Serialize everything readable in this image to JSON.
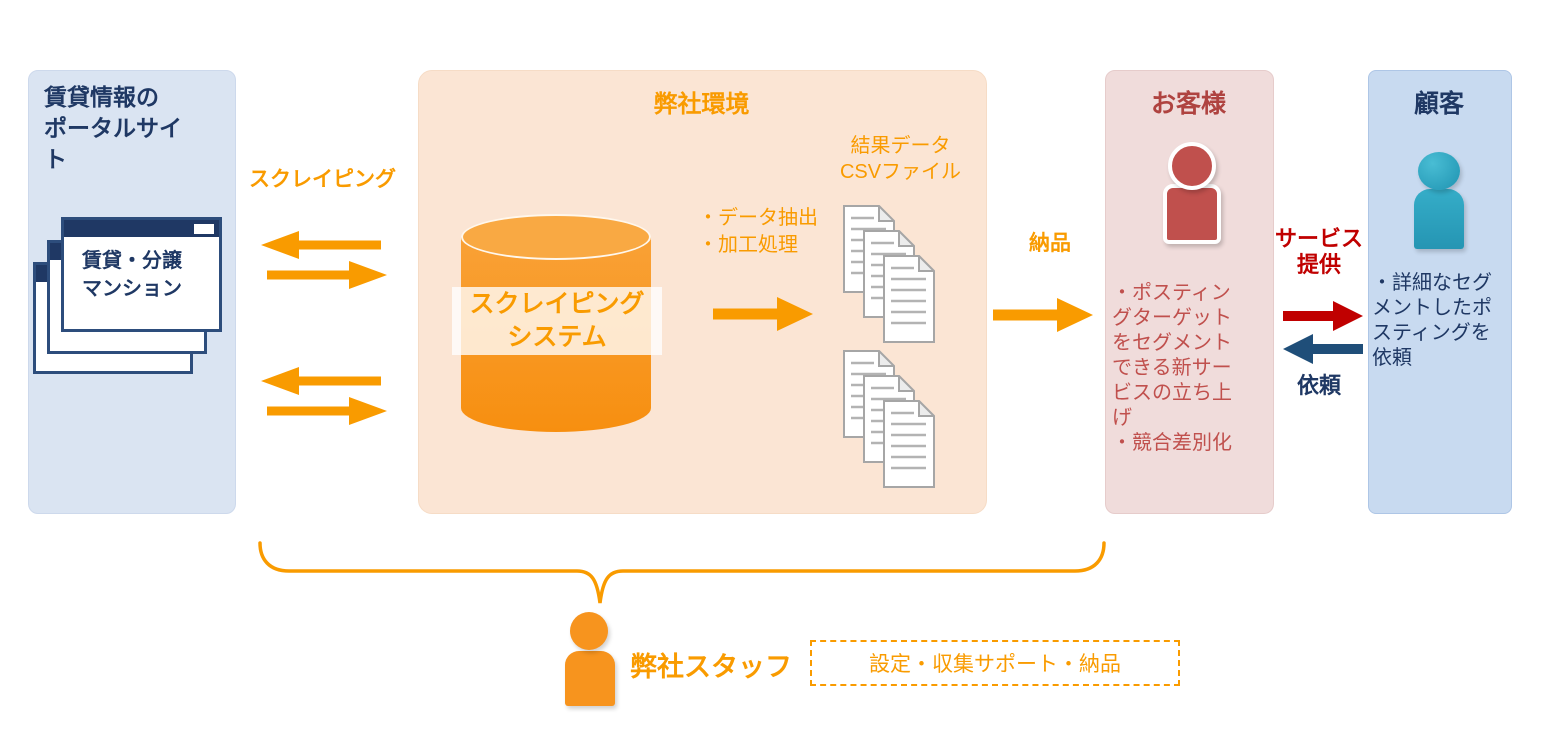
{
  "colors": {
    "accent_orange": "#F99B00",
    "cylinder_orange": "#F7941E",
    "navy": "#1F3864",
    "muted_red": "#C0504D",
    "customer_title_red": "#AF4340",
    "bright_red_arrow": "#C00000",
    "blue_arrow": "#1F4E79",
    "teal_person": "#2BA3BF",
    "portal_panel_bg": "#DAE4F2",
    "company_panel_bg": "#FBE5D4",
    "customer_panel_bg": "#F0DCDB",
    "client_panel_bg": "#C8DAF0",
    "doc_border_gray": "#A6A6A6"
  },
  "portal": {
    "title": "賃貸情報の\nポータルサイ\nト",
    "window_label": "賃貸・分譲\nマンション"
  },
  "flows": {
    "scraping": "スクレイピング",
    "delivery": "納品",
    "service": "サービス\n提供",
    "request": "依頼"
  },
  "company": {
    "title": "弊社環境",
    "system_label": "スクレイピング\nシステム",
    "process_notes": "・データ抽出\n・加工処理",
    "output_label": "結果データ\nCSVファイル"
  },
  "customer": {
    "title": "お客様",
    "notes": "・ポスティン\nグターゲット\nをセグメント\nできる新サー\nビスの立ち上\nげ\n・競合差別化"
  },
  "client": {
    "title": "顧客",
    "notes": "・詳細なセグ\nメントしたポ\nスティングを\n依頼"
  },
  "staff": {
    "label": "弊社スタッフ",
    "tasks": "設定・収集サポート・納品"
  },
  "icons": {
    "portal_windows": "browser-windows-icon",
    "database": "database-cylinder-icon",
    "documents": "document-stack-icon",
    "customer_person": "person-icon-red",
    "client_person": "person-icon-teal",
    "staff_person": "person-icon-orange",
    "brace": "curly-brace-icon"
  }
}
